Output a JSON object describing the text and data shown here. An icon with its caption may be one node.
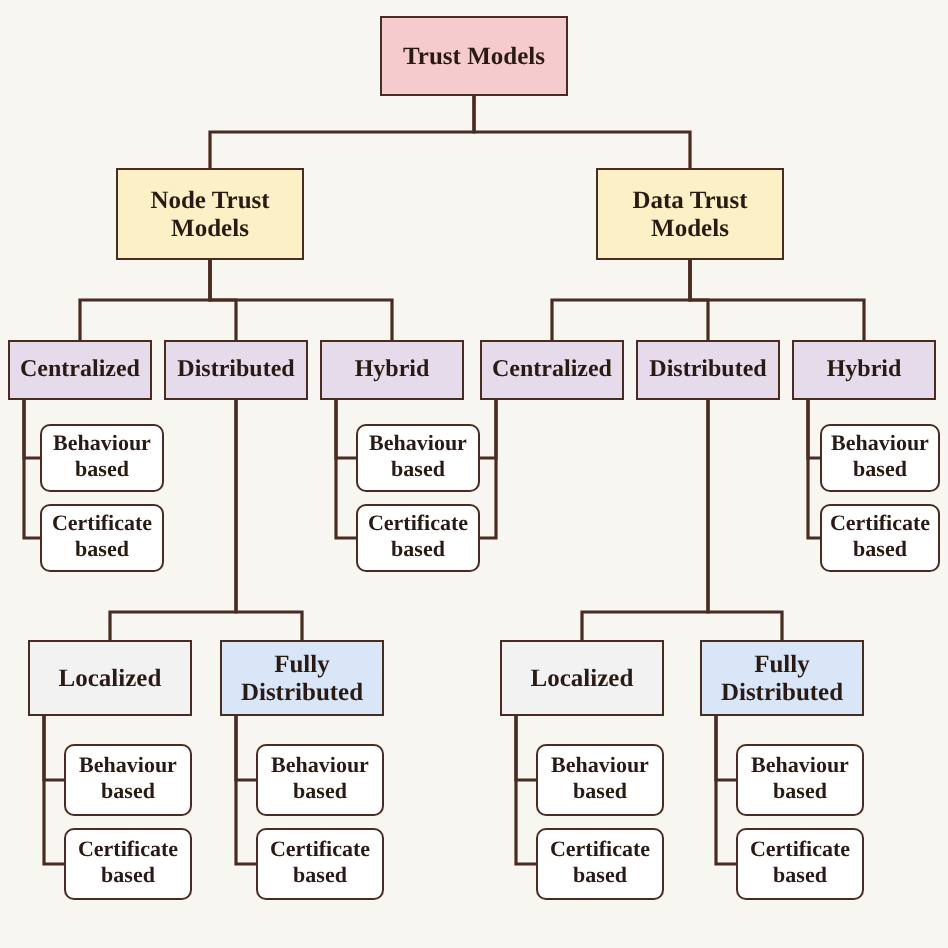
{
  "diagram": {
    "nodes": [
      {
        "text": [
          "Trust Models"
        ]
      },
      {
        "text": [
          "Node Trust Models"
        ]
      },
      {
        "text": [
          "Data Trust Models"
        ]
      },
      {
        "text": [
          "Centralized"
        ]
      },
      {
        "text": [
          "Distributed"
        ]
      },
      {
        "text": [
          "Hybrid"
        ]
      },
      {
        "text": [
          "Behaviour based"
        ]
      },
      {
        "text": [
          "Certificate based"
        ]
      },
      {
        "text": [
          "Behaviour based"
        ]
      },
      {
        "text": [
          "Certificate based"
        ]
      },
      {
        "text": [
          "Localized"
        ]
      },
      {
        "text": [
          "Fully Distributed"
        ]
      },
      {
        "text": [
          "Behaviour based"
        ]
      },
      {
        "text": [
          "Certificate based"
        ]
      },
      {
        "text": [
          "Behaviour based"
        ]
      },
      {
        "text": [
          "Certificate based"
        ]
      },
      {
        "text": [
          "Centralized"
        ]
      },
      {
        "text": [
          "Distributed"
        ]
      },
      {
        "text": [
          "Hybrid"
        ]
      },
      {
        "text": [
          "Behaviour based"
        ]
      },
      {
        "text": [
          "Certificate based"
        ]
      },
      {
        "text": [
          "Localized"
        ]
      },
      {
        "text": [
          "Fully Distributed"
        ]
      },
      {
        "text": [
          "Behaviour based"
        ]
      },
      {
        "text": [
          "Certificate based"
        ]
      },
      {
        "text": [
          "Behaviour based"
        ]
      },
      {
        "text": [
          "Certificate based"
        ]
      }
    ],
    "edges": [
      {
        "from": 0,
        "to": 1,
        "arrow": "none"
      },
      {
        "from": 0,
        "to": 2,
        "arrow": "none"
      },
      {
        "from": 1,
        "to": 3,
        "arrow": "none"
      },
      {
        "from": 1,
        "to": 4,
        "arrow": "none"
      },
      {
        "from": 1,
        "to": 5,
        "arrow": "none"
      },
      {
        "from": 3,
        "to": 6,
        "arrow": "none"
      },
      {
        "from": 3,
        "to": 7,
        "arrow": "none"
      },
      {
        "from": 5,
        "to": 8,
        "arrow": "none"
      },
      {
        "from": 5,
        "to": 9,
        "arrow": "none"
      },
      {
        "from": 4,
        "to": 10,
        "arrow": "none"
      },
      {
        "from": 4,
        "to": 11,
        "arrow": "none"
      },
      {
        "from": 10,
        "to": 12,
        "arrow": "none"
      },
      {
        "from": 10,
        "to": 13,
        "arrow": "none"
      },
      {
        "from": 11,
        "to": 14,
        "arrow": "none"
      },
      {
        "from": 11,
        "to": 15,
        "arrow": "none"
      },
      {
        "from": 2,
        "to": 16,
        "arrow": "none"
      },
      {
        "from": 2,
        "to": 17,
        "arrow": "none"
      },
      {
        "from": 2,
        "to": 18,
        "arrow": "none"
      },
      {
        "from": 16,
        "to": 8,
        "arrow": "none"
      },
      {
        "from": 16,
        "to": 9,
        "arrow": "none"
      },
      {
        "from": 18,
        "to": 19,
        "arrow": "none"
      },
      {
        "from": 18,
        "to": 20,
        "arrow": "none"
      },
      {
        "from": 17,
        "to": 21,
        "arrow": "none"
      },
      {
        "from": 17,
        "to": 22,
        "arrow": "none"
      },
      {
        "from": 21,
        "to": 23,
        "arrow": "none"
      },
      {
        "from": 21,
        "to": 24,
        "arrow": "none"
      },
      {
        "from": 22,
        "to": 25,
        "arrow": "none"
      },
      {
        "from": 22,
        "to": 26,
        "arrow": "none"
      }
    ]
  }
}
